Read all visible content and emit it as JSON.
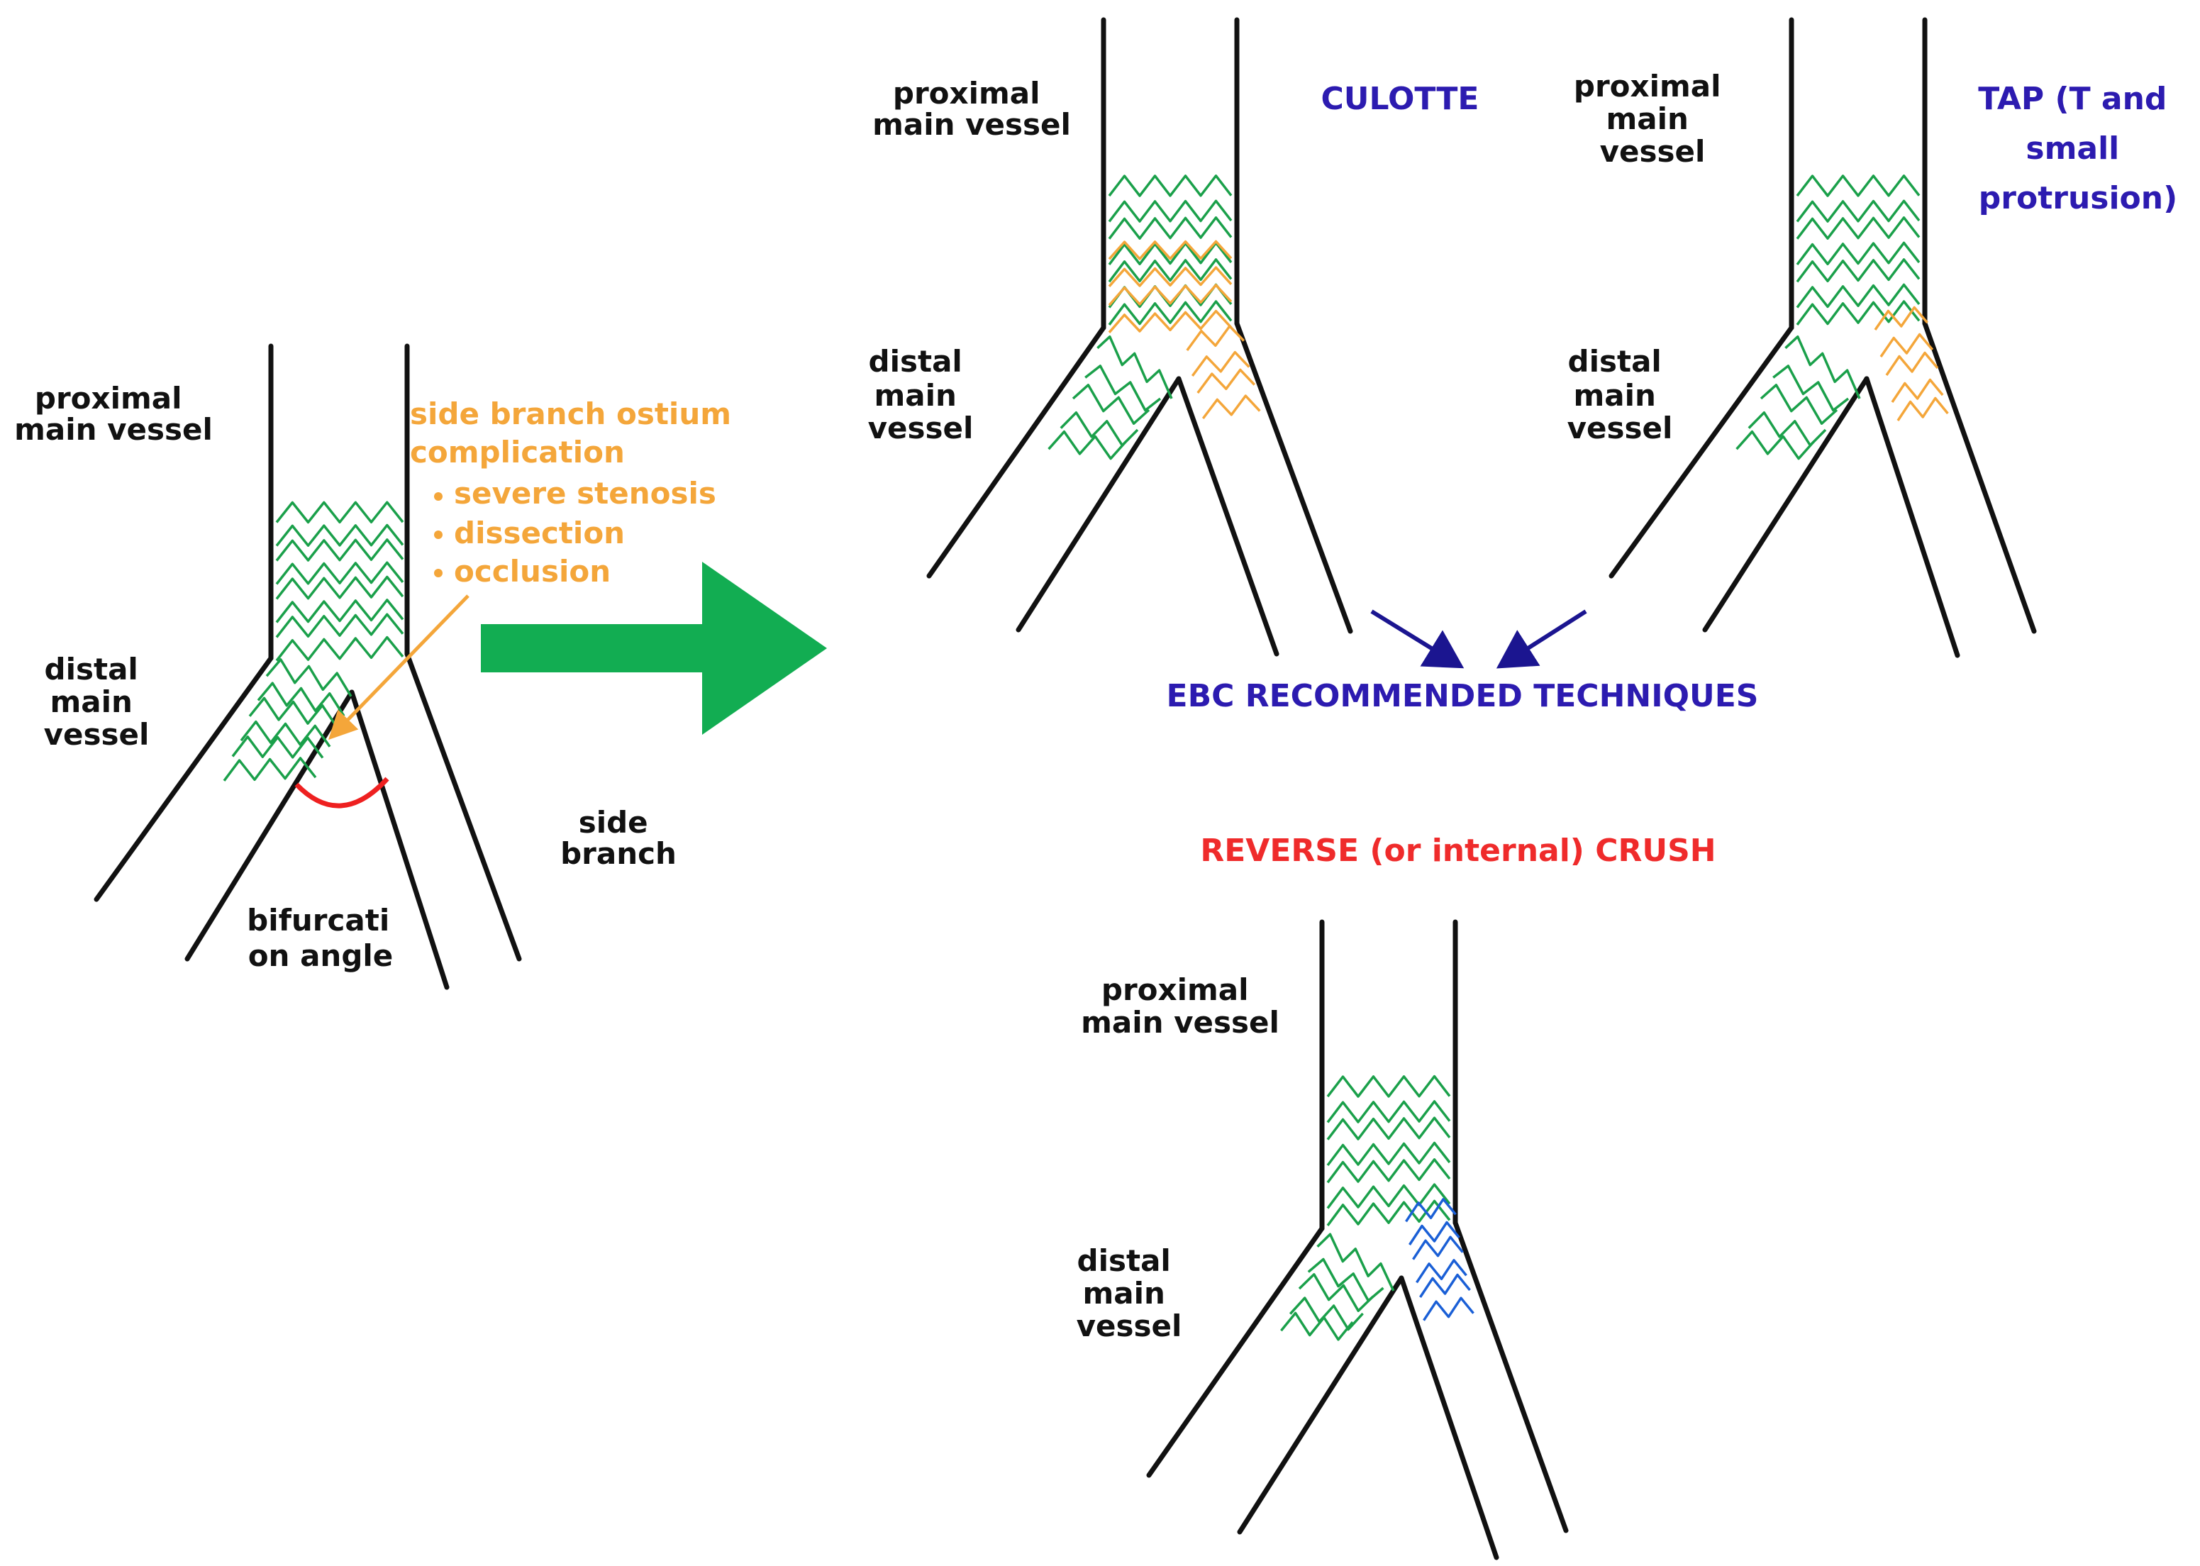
{
  "colors": {
    "vessel": "#111111",
    "stent_green": "#1aa04a",
    "stent_orange": "#f4a63a",
    "stent_blue": "#1a5fd6",
    "complication_red": "#ee2020",
    "arrow_green": "#12ad52",
    "title_blue": "#2c1bb0",
    "title_red": "#ef2b2b"
  },
  "panel_left": {
    "proximal": [
      "proximal",
      "main vessel"
    ],
    "distal": [
      "distal",
      "main",
      "vessel"
    ],
    "side_branch": [
      "side",
      "branch"
    ],
    "angle": [
      "bifurcati",
      "on angle"
    ],
    "complication_title": [
      "side branch ostium",
      "complication"
    ],
    "complications": [
      "severe stenosis",
      "dissection",
      "occlusion"
    ]
  },
  "panel_culotte": {
    "title": "CULOTTE",
    "proximal": [
      "proximal",
      "main vessel"
    ],
    "distal": [
      "distal",
      "main",
      "vessel"
    ]
  },
  "panel_tap": {
    "title": [
      "TAP (T and",
      "small",
      "protrusion)"
    ],
    "proximal": [
      "proximal",
      "main",
      "vessel"
    ],
    "distal": [
      "distal",
      "main",
      "vessel"
    ]
  },
  "recommended": "EBC RECOMMENDED TECHNIQUES",
  "panel_reverse": {
    "title": "REVERSE (or internal) CRUSH",
    "proximal": [
      "proximal",
      "main vessel"
    ],
    "distal": [
      "distal",
      "main",
      "vessel"
    ]
  }
}
